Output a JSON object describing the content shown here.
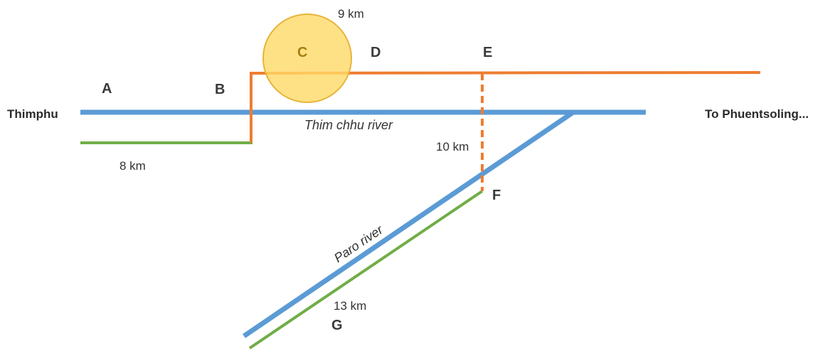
{
  "places": {
    "origin": "Thimphu",
    "destination": "To Phuentsoling..."
  },
  "points": {
    "a": "A",
    "b": "B",
    "c": "C",
    "d": "D",
    "e": "E",
    "f": "F",
    "g": "G"
  },
  "distances": {
    "a_to_b": "8 km",
    "b_to_e": "9 km",
    "e_to_f": "10 km",
    "f_to_g": "13 km"
  },
  "rivers": {
    "thimphu_river": "Thim chhu river",
    "paro_river": "Paro river"
  },
  "colors": {
    "river": "#5b9bd5",
    "orange_route": "#ed7d31",
    "green_route": "#70ad47",
    "circle_fill": "#ffd966",
    "circle_stroke": "#e8b43a"
  }
}
